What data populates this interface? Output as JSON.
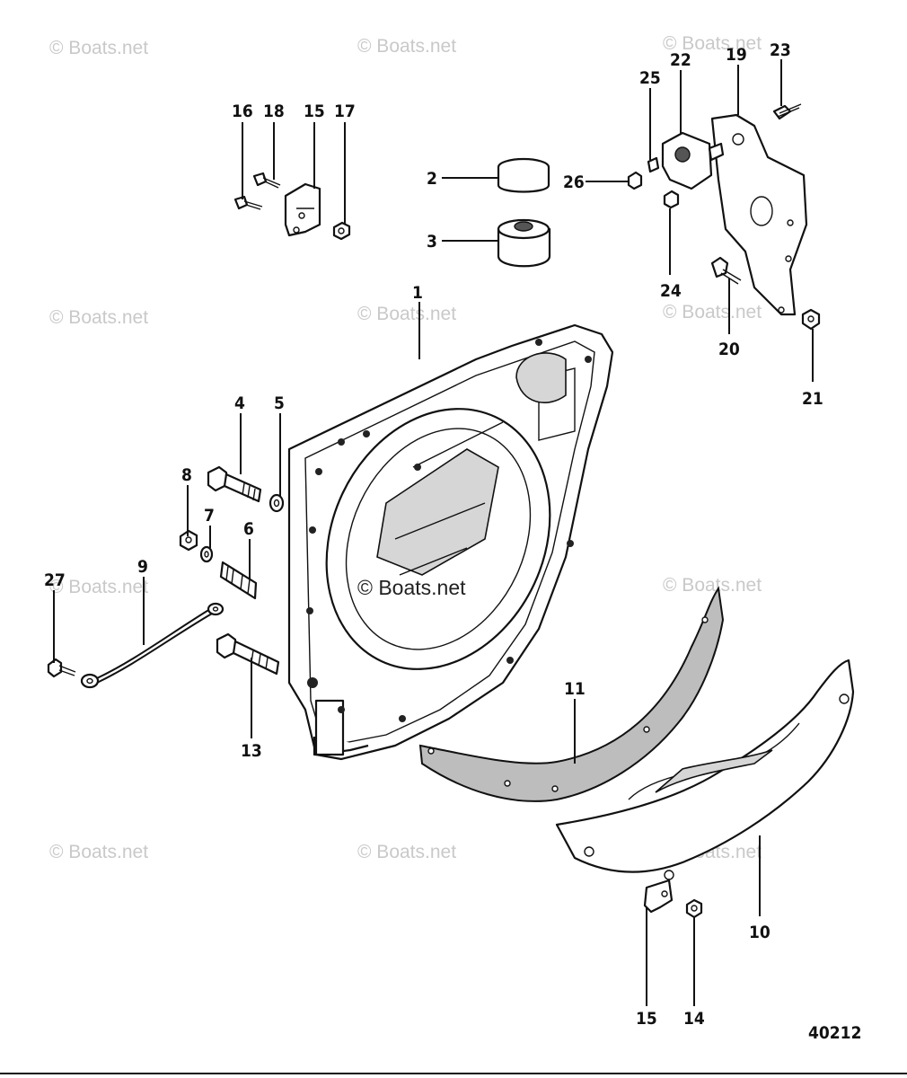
{
  "watermark_text": "© Boats.net",
  "figure_number": "40212",
  "callouts": [
    {
      "id": "1",
      "label": "1"
    },
    {
      "id": "2",
      "label": "2"
    },
    {
      "id": "3",
      "label": "3"
    },
    {
      "id": "4",
      "label": "4"
    },
    {
      "id": "5",
      "label": "5"
    },
    {
      "id": "6",
      "label": "6"
    },
    {
      "id": "7",
      "label": "7"
    },
    {
      "id": "8",
      "label": "8"
    },
    {
      "id": "9",
      "label": "9"
    },
    {
      "id": "10",
      "label": "10"
    },
    {
      "id": "11",
      "label": "11"
    },
    {
      "id": "13",
      "label": "13"
    },
    {
      "id": "14",
      "label": "14"
    },
    {
      "id": "15a",
      "label": "15"
    },
    {
      "id": "15b",
      "label": "15"
    },
    {
      "id": "16",
      "label": "16"
    },
    {
      "id": "17",
      "label": "17"
    },
    {
      "id": "18",
      "label": "18"
    },
    {
      "id": "19",
      "label": "19"
    },
    {
      "id": "20",
      "label": "20"
    },
    {
      "id": "21",
      "label": "21"
    },
    {
      "id": "22",
      "label": "22"
    },
    {
      "id": "23",
      "label": "23"
    },
    {
      "id": "24",
      "label": "24"
    },
    {
      "id": "25",
      "label": "25"
    },
    {
      "id": "26",
      "label": "26"
    },
    {
      "id": "27",
      "label": "27"
    }
  ]
}
